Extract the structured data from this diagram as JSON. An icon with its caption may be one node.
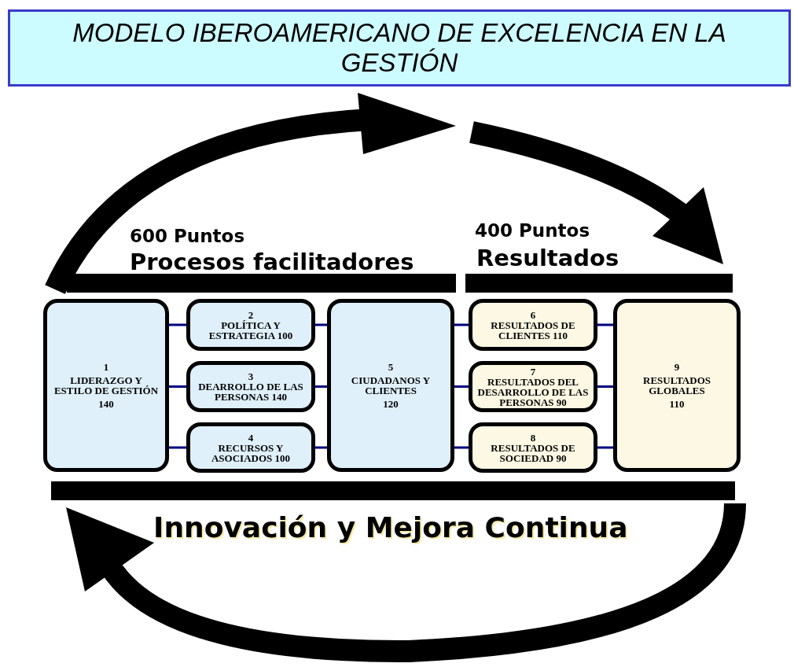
{
  "diagram": {
    "title": "MODELO IBEROAMERICANO DE EXCELENCIA EN LA GESTIÓN",
    "nodes": [
      {
        "text": [
          "1",
          "LIDERAZGO Y ESTILO DE GESTIÓN",
          "140"
        ]
      },
      {
        "text": [
          "2",
          "POLÍTICA Y ESTRATEGIA 100"
        ]
      },
      {
        "text": [
          "3",
          "DEARROLLO DE LAS PERSONAS 140"
        ]
      },
      {
        "text": [
          "4",
          "RECURSOS Y ASOCIADOS 100"
        ]
      },
      {
        "text": [
          "5",
          "CIUDADANOS Y CLIENTES",
          "120"
        ]
      },
      {
        "text": [
          "6",
          "RESULTADOS DE CLIENTES 110"
        ]
      },
      {
        "text": [
          "7",
          "RESULTADOS DEL DESARROLLO DE LAS PERSONAS 90"
        ]
      },
      {
        "text": [
          "8",
          "RESULTADOS DE SOCIEDAD 90"
        ]
      },
      {
        "text": [
          "9",
          "RESULTADOS GLOBALES",
          "110"
        ]
      }
    ],
    "edges": [
      {
        "from": 0,
        "to": 1,
        "arrow": "none"
      },
      {
        "from": 0,
        "to": 2,
        "arrow": "none"
      },
      {
        "from": 0,
        "to": 3,
        "arrow": "none"
      },
      {
        "from": 1,
        "to": 4,
        "arrow": "none"
      },
      {
        "from": 2,
        "to": 4,
        "arrow": "none"
      },
      {
        "from": 3,
        "to": 4,
        "arrow": "none"
      },
      {
        "from": 4,
        "to": 5,
        "arrow": "none"
      },
      {
        "from": 4,
        "to": 6,
        "arrow": "none"
      },
      {
        "from": 4,
        "to": 7,
        "arrow": "none"
      },
      {
        "from": 5,
        "to": 8,
        "arrow": "none"
      },
      {
        "from": 6,
        "to": 8,
        "arrow": "none"
      },
      {
        "from": 7,
        "to": 8,
        "arrow": "none"
      }
    ],
    "labels": [
      "600 Puntos",
      "Procesos facilitadores",
      "400 Puntos",
      "Resultados",
      "Innovación y Mejora Continua"
    ]
  }
}
